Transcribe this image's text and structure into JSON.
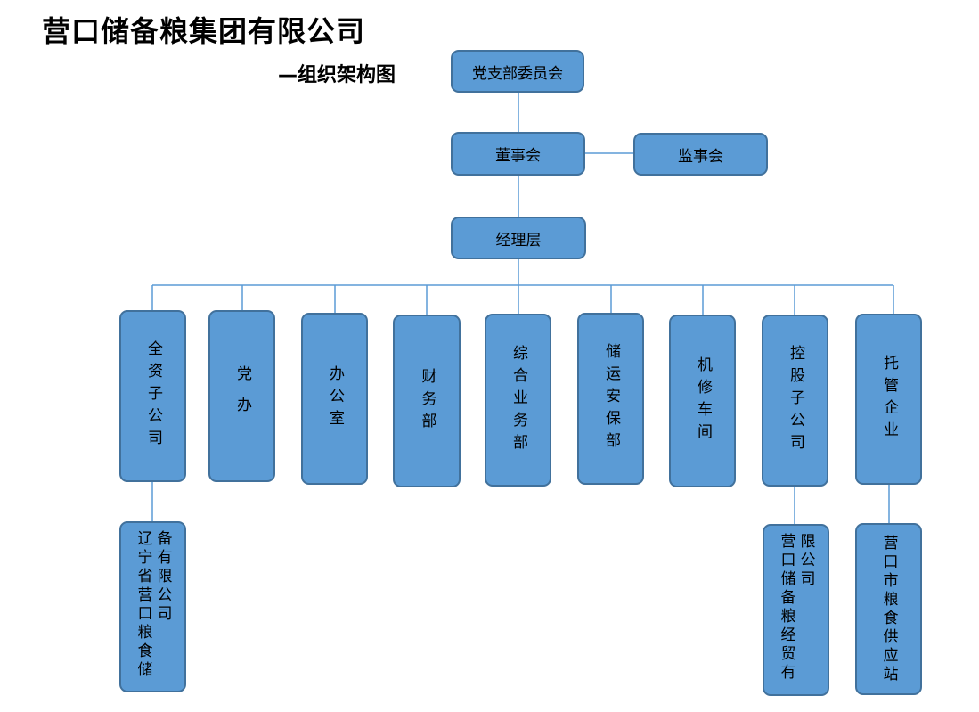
{
  "title": "营口储备粮集团有限公司",
  "subtitle": "—组织架构图",
  "colors": {
    "box_fill": "#5b9bd5",
    "box_border": "#41719c",
    "line": "#5b9bd5"
  },
  "org": {
    "party": "党支部委员会",
    "board": "董事会",
    "supervisors": "监事会",
    "management": "经理层",
    "departments": [
      "全资子公司",
      "党办",
      "办公室",
      "财务部",
      "综合业务部",
      "储运安保部",
      "机修车间",
      "控股子公司",
      "托管企业"
    ],
    "subsidiaries": {
      "wholly_owned": "辽宁省营口粮食储备有限公司",
      "holding": "营口储备粮经贸有限公司",
      "entrusted": "营口市粮食供应站"
    }
  }
}
